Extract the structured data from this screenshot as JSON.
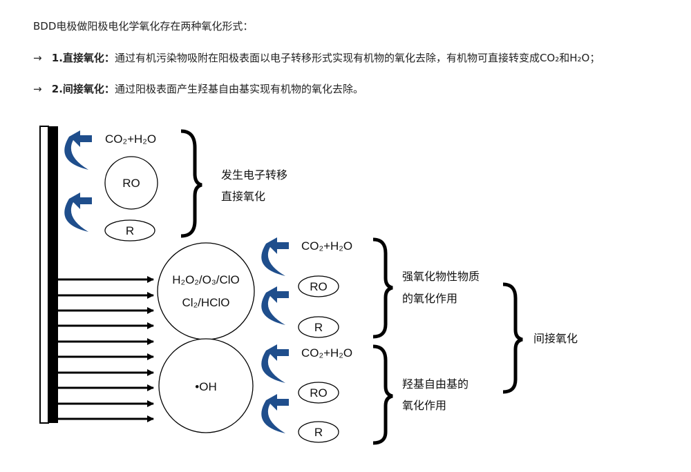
{
  "intro": {
    "heading": "BDD电极做阳极电化学氧化存在两种氧化形式：",
    "items": [
      {
        "arrow": "→",
        "number": "1.",
        "term": "直接氧化：",
        "text": "通过有机污染物吸附在阳极表面以电子转移形式实现有机物的氧化去除，有机物可直接转变成CO₂和H₂O；"
      },
      {
        "arrow": "→",
        "number": "2.",
        "term": "间接氧化：",
        "text": "通过阳极表面产生羟基自由基实现有机物的氧化去除。"
      }
    ]
  },
  "diagram": {
    "direct": {
      "product": "CO₂+H₂O",
      "intermediate": "RO",
      "reactant": "R",
      "label_line1": "发生电子转移",
      "label_line2": "直接氧化"
    },
    "oxidants": {
      "line1": "H₂O₂/O₃/ClO",
      "line2": "Cl₂/HClO",
      "product": "CO₂+H₂O",
      "intermediate": "RO",
      "reactant": "R",
      "label_line1": "强氧化物性物质",
      "label_line2": "的氧化作用"
    },
    "radical": {
      "name": "•OH",
      "product": "CO₂+H₂O",
      "intermediate": "RO",
      "reactant": "R",
      "label_line1": "羟基自由基的",
      "label_line2": "氧化作用"
    },
    "indirect_label": "间接氧化",
    "colors": {
      "curved_arrow": "#1f4e8c",
      "electrode": "#000000"
    }
  }
}
